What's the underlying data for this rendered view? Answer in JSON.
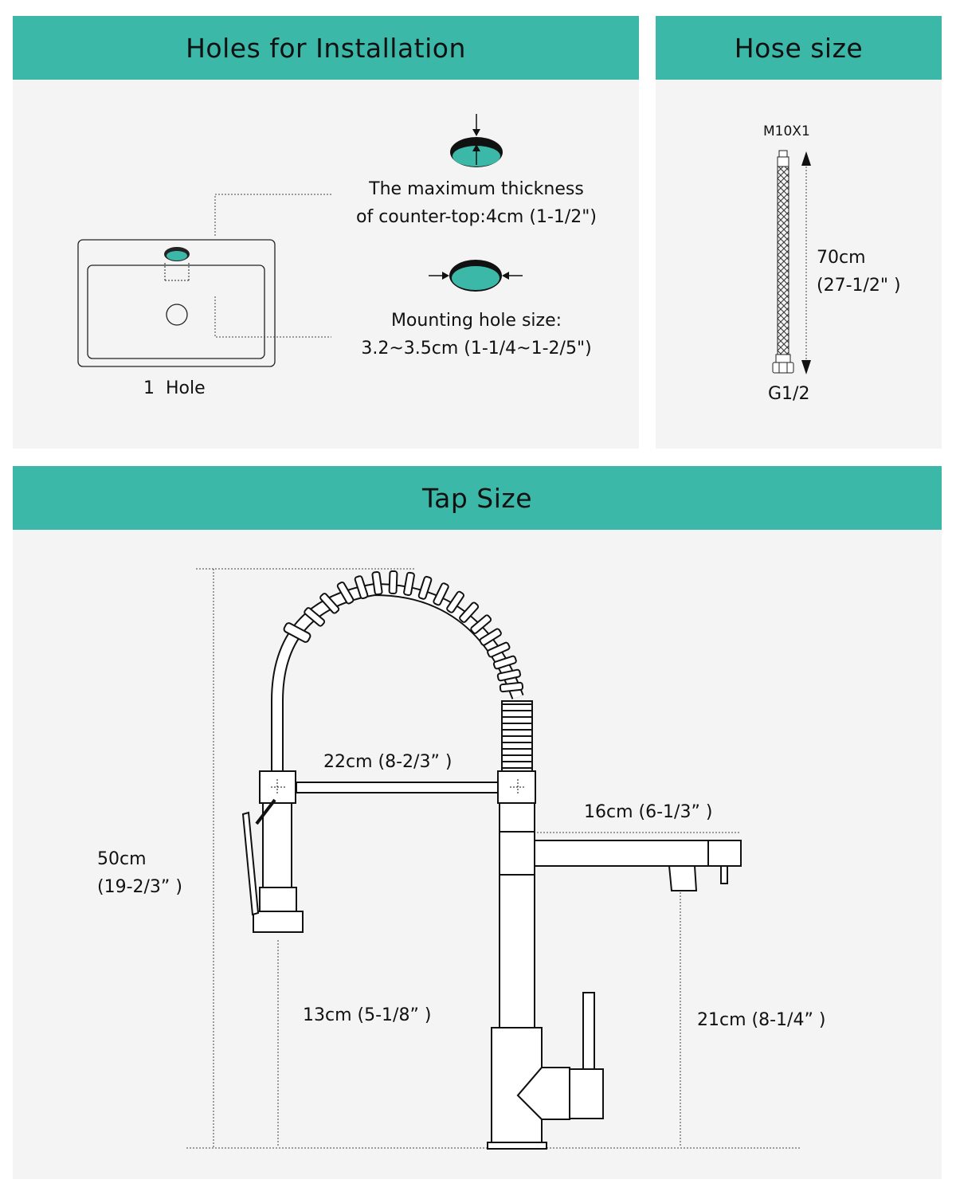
{
  "holes_section": {
    "title": "Holes for Installation",
    "hole_count_label": "1  Hole",
    "thickness_line1": "The maximum thickness",
    "thickness_line2": "of counter-top:4cm (1-1/2\")",
    "mounting_line1": "Mounting hole size:",
    "mounting_line2": "3.2~3.5cm (1-1/4~1-2/5\")"
  },
  "hose_section": {
    "title": "Hose size",
    "top_thread": "M10X1",
    "length_cm": "70cm",
    "length_in": "(27-1/2\" )",
    "bottom_thread": "G1/2"
  },
  "tap_section": {
    "title": "Tap Size",
    "height_cm": "50cm",
    "height_in": "(19-2/3” )",
    "reach": "22cm (8-2/3” )",
    "spout": "16cm (6-1/3” )",
    "spray_height": "13cm (5-1/8” )",
    "spout_height": "21cm (8-1/4” )"
  },
  "colors": {
    "accent": "#3cb8a8",
    "panel": "#f4f4f4",
    "line": "#111111"
  }
}
